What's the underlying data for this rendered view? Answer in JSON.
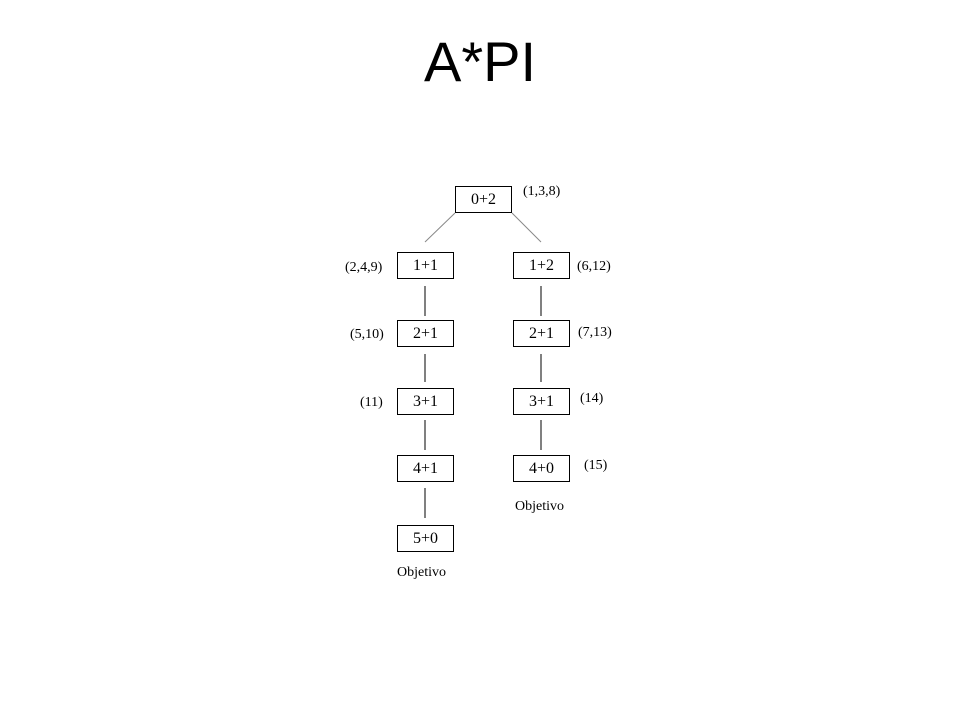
{
  "slide": {
    "title": "A*PI"
  },
  "tree": {
    "nodes": {
      "root": "0+2",
      "l1": "1+1",
      "l2": "2+1",
      "l3": "3+1",
      "l4": "4+1",
      "l5": "5+0",
      "r1": "1+2",
      "r2": "2+1",
      "r3": "3+1",
      "r4": "4+0"
    },
    "annotations": {
      "root": "(1,3,8)",
      "l1": "(2,4,9)",
      "l2": "(5,10)",
      "l3": "(11)",
      "r1": "(6,12)",
      "r2": "(7,13)",
      "r3": "(14)",
      "r4": "(15)"
    },
    "goal_label": "Objetivo"
  }
}
